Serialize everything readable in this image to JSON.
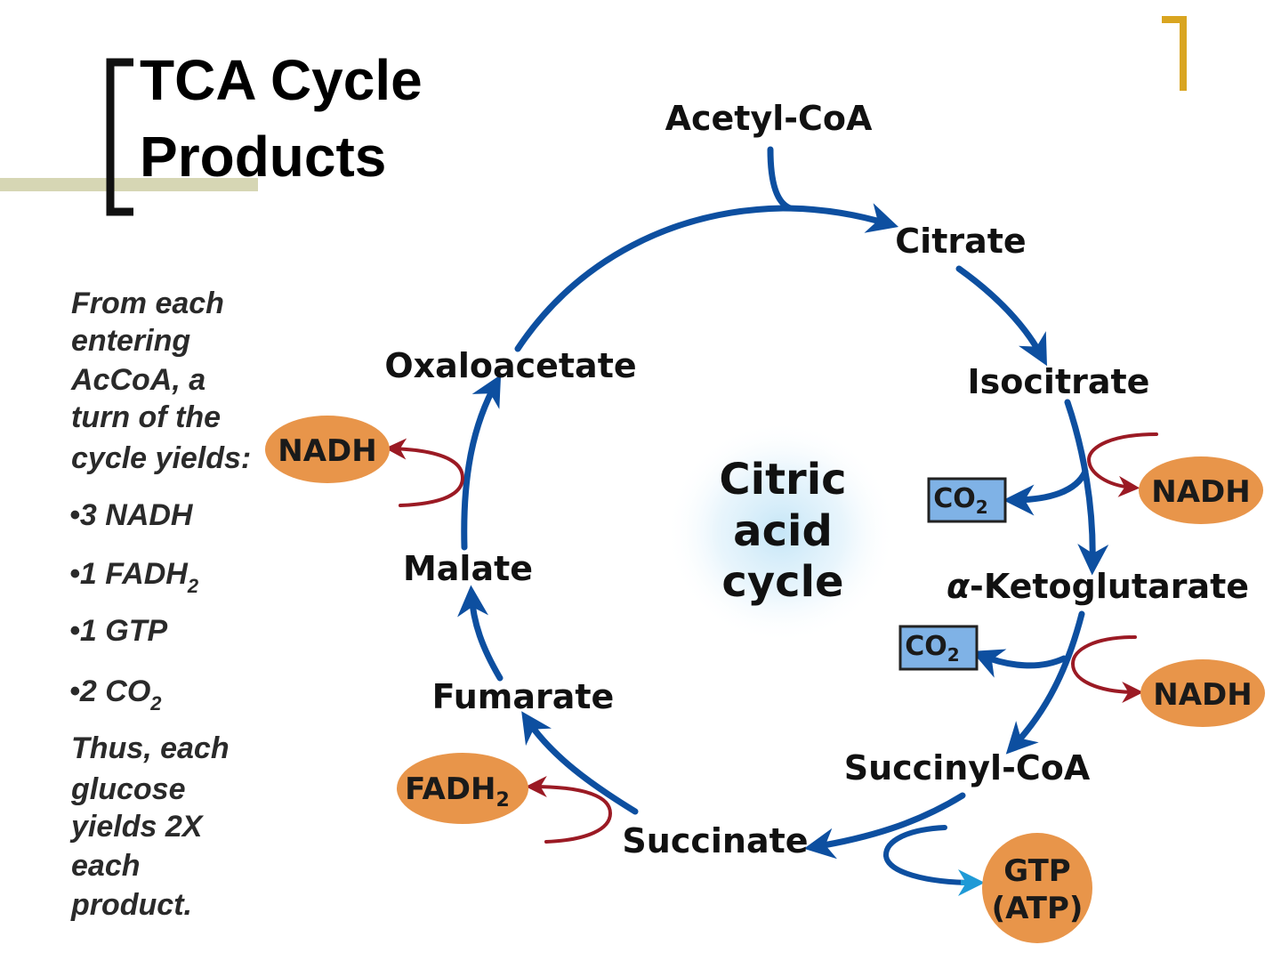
{
  "slide": {
    "title_line1": "TCA Cycle",
    "title_line2": "Products"
  },
  "notes": {
    "intro": [
      "From each",
      "entering",
      "AcCoA, a",
      "turn of the",
      "cycle yields:"
    ],
    "items": [
      {
        "text": "•3 NADH",
        "sub": ""
      },
      {
        "text": "•1 FADH",
        "sub": "2"
      },
      {
        "text": "•1 GTP",
        "sub": ""
      },
      {
        "text": "•2 CO",
        "sub": "2"
      }
    ],
    "conclusion": [
      "Thus, each",
      "glucose",
      "yields 2X",
      "each",
      "product."
    ]
  },
  "cycle": {
    "center": [
      "Citric",
      "acid",
      "cycle"
    ],
    "acetyl_coa": "Acetyl-CoA",
    "citrate": "Citrate",
    "isocitrate": "Isocitrate",
    "alpha_prefix": "α",
    "ketoglutarate": "-Ketoglutarate",
    "succinyl_coa": "Succinyl-CoA",
    "succinate": "Succinate",
    "fumarate": "Fumarate",
    "malate": "Malate",
    "oxaloacetate": "Oxaloacetate"
  },
  "products": {
    "nadh": "NADH",
    "fadh_base": "FADH",
    "fadh_sub": "2",
    "co2_base": "CO",
    "co2_sub": "2",
    "gtp_line1": "GTP",
    "gtp_line2": "(ATP)"
  },
  "colors": {
    "cycle_arrow": "#0d4fa0",
    "product_arrow": "#9b1a24",
    "product_oval": "#e8954a",
    "co2_box": "#7fb2e6",
    "accent_bar": "#d6d6b4",
    "bracket_right": "#d9a520"
  }
}
